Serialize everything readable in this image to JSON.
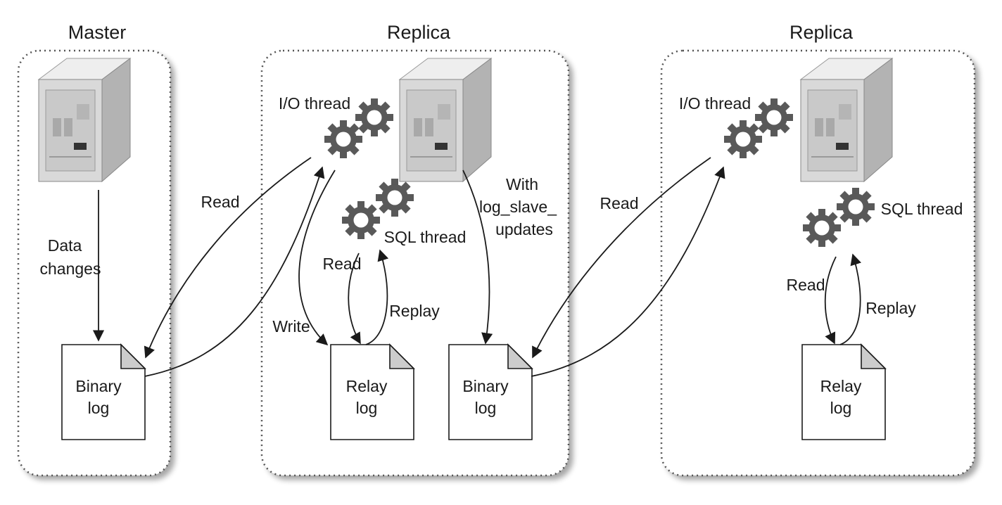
{
  "panels": {
    "master": {
      "title": "Master"
    },
    "replica1": {
      "title": "Replica"
    },
    "replica2": {
      "title": "Replica"
    }
  },
  "master": {
    "data_changes_line1": "Data",
    "data_changes_line2": "changes",
    "binlog_line1": "Binary",
    "binlog_line2": "log"
  },
  "replica1": {
    "io_thread": "I/O thread",
    "sql_thread": "SQL thread",
    "read_from_master": "Read",
    "write": "Write",
    "read_relay": "Read",
    "replay": "Replay",
    "with_line1": "With",
    "with_line2": "log_slave_",
    "with_line3": "updates",
    "relay_line1": "Relay",
    "relay_line2": "log",
    "binlog_line1": "Binary",
    "binlog_line2": "log"
  },
  "replica2": {
    "io_thread": "I/O thread",
    "sql_thread": "SQL thread",
    "read_from_replica": "Read",
    "read_relay": "Read",
    "replay": "Replay",
    "relay_line1": "Relay",
    "relay_line2": "log"
  },
  "colors": {
    "gear": "#595959",
    "server_front": "#d9d9d9",
    "server_side": "#b3b3b3",
    "panel_border": "#555555",
    "line": "#1a1a1a"
  },
  "icons": [
    "server-icon",
    "gear-icon",
    "document-icon"
  ]
}
